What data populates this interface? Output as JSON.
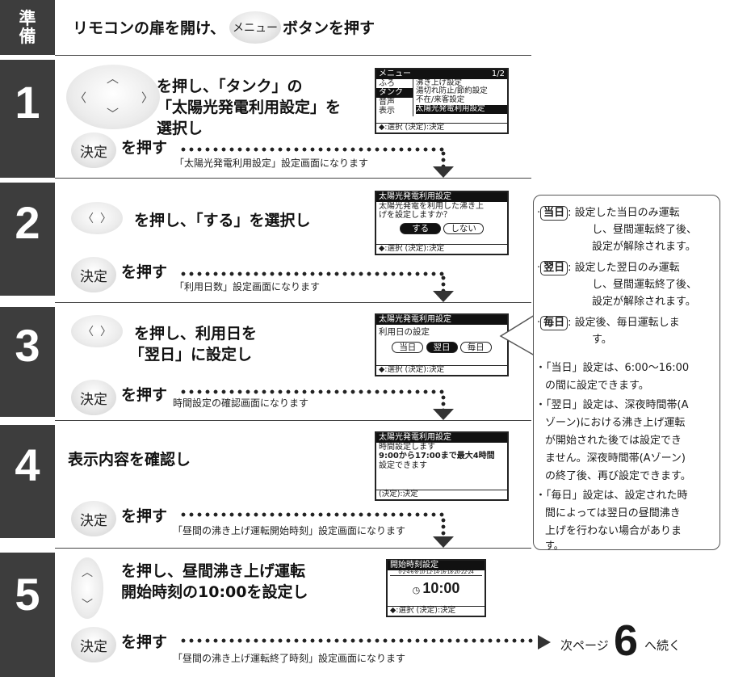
{
  "prep": {
    "tag_line1": "準",
    "tag_line2": "備",
    "text_before": "リモコンの扉を開け、",
    "menu_button": "メニュー",
    "text_after": "ボタンを押す"
  },
  "steps": [
    {
      "num": "1",
      "instr_line1": "を押し、「タンク」の",
      "instr_line2": "「太陽光発電利用設定」を",
      "instr_line3": "選択し",
      "confirm_button": "決定",
      "press_text": "を押す",
      "result": "「太陽光発電利用設定」設定画面になります",
      "lcd": {
        "title": "メニュー",
        "page": "1/2",
        "tabs": [
          "ふろ",
          "タンク",
          "音声",
          "表示"
        ],
        "items": [
          "沸き上げ設定",
          "湯切れ防止/節約設定",
          "不在/来客設定",
          "太陽光発電利用設定"
        ],
        "footer": "◆:選択 (決定):決定"
      }
    },
    {
      "num": "2",
      "instr_line1": "を押し、「する」を選択し",
      "confirm_button": "決定",
      "press_text": "を押す",
      "result": "「利用日数」設定画面になります",
      "lcd": {
        "title": "太陽光発電利用設定",
        "line1": "太陽光発電を利用した沸き上",
        "line2": "げを設定しますか？",
        "opt_selected": "する",
        "opt_other": "しない",
        "footer": "◆:選択 (決定):決定"
      }
    },
    {
      "num": "3",
      "instr_line1": "を押し、利用日を",
      "instr_line2": "「翌日」に設定し",
      "confirm_button": "決定",
      "press_text": "を押す",
      "result": "時間設定の確認画面になります",
      "lcd": {
        "title": "太陽光発電利用設定",
        "line1": "利用日の設定",
        "opt1": "当日",
        "opt2": "翌日",
        "opt3": "毎日",
        "footer": "◆:選択 (決定):決定"
      }
    },
    {
      "num": "4",
      "instr_line1": "表示内容を確認し",
      "confirm_button": "決定",
      "press_text": "を押す",
      "result": "「昼間の沸き上げ運転開始時刻」設定画面になります",
      "lcd": {
        "title": "太陽光発電利用設定",
        "line1": "時間設定します",
        "line2": "9:00から17:00まで最大4時間",
        "line3": "設定できます",
        "footer": "(決定):決定"
      }
    },
    {
      "num": "5",
      "instr_line1": "を押し、昼間沸き上げ運転",
      "instr_line2": "開始時刻の10:00を設定し",
      "confirm_button": "決定",
      "press_text": "を押す",
      "result": "「昼間の沸き上げ運転終了時刻」設定画面になります",
      "lcd": {
        "title": "開始時刻設定",
        "scale": "0·2·4·6·8·10·12·14·16·18·20·22·24",
        "time": "10:00",
        "footer": "◆:選択 (決定):決定"
      }
    }
  ],
  "next": {
    "prefix": "次ページ",
    "num": "6",
    "suffix": "へ続く"
  },
  "note": {
    "item1_key": "当日",
    "item1_l1": "設定した当日のみ運転",
    "item1_l2": "し、昼間運転終了後、",
    "item1_l3": "設定が解除されます。",
    "item2_key": "翌日",
    "item2_l1": "設定した翌日のみ運転",
    "item2_l2": "し、昼間運転終了後、",
    "item2_l3": "設定が解除されます。",
    "item3_key": "毎日",
    "item3_l1": "設定後、毎日運転しま",
    "item3_l2": "す。",
    "b1_l1": "・「当日」設定は、6:00〜16:00",
    "b1_l2": "の間に設定できます。",
    "b2_l1": "・「翌日」設定は、深夜時間帯(A",
    "b2_l2": "ゾーン)における沸き上げ運転",
    "b2_l3": "が開始された後では設定でき",
    "b2_l4": "ません。深夜時間帯(Aゾーン)",
    "b2_l5": "の終了後、再び設定できます。",
    "b3_l1": "・「毎日」設定は、設定された時",
    "b3_l2": "間によっては翌日の昼間沸き",
    "b3_l3": "上げを行わない場合がありま",
    "b3_l4": "す。"
  }
}
